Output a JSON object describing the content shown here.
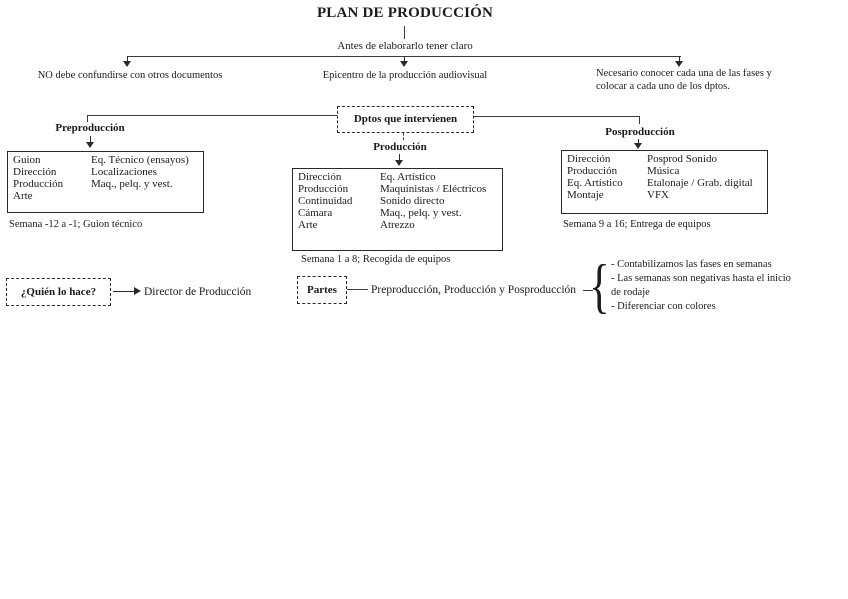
{
  "title": "PLAN DE PRODUCCIÓN",
  "subtitle": "Antes de elaborarlo tener claro",
  "branches": {
    "left": "NO debe confundirse con otros documentos",
    "center": "Epicentro de la producción audiovisual",
    "right": "Necesario conocer cada una de las fases y colocar a cada uno de los dptos."
  },
  "hub_label": "Dptos que intervienen",
  "phases": [
    {
      "name": "Preproducción",
      "rows": [
        [
          "Guion",
          "Eq. Técnico (ensayos)"
        ],
        [
          "Dirección",
          "Localizaciones"
        ],
        [
          "Producción",
          "Maq., pelq. y vest."
        ],
        [
          "Arte",
          ""
        ]
      ],
      "caption": "Semana -12 a -1; Guion técnico"
    },
    {
      "name": "Producción",
      "rows": [
        [
          "Dirección",
          "Eq. Artístico"
        ],
        [
          "Producción",
          "Maquinistas / Eléctricos"
        ],
        [
          "Continuidad",
          "Sonido directo"
        ],
        [
          "Cámara",
          "Maq., pelq. y vest."
        ],
        [
          "Arte",
          "Atrezzo"
        ]
      ],
      "caption": "Semana 1 a 8; Recogida de equipos"
    },
    {
      "name": "Posproducción",
      "rows": [
        [
          "Dirección",
          "Posprod Sonido"
        ],
        [
          "Producción",
          "Música"
        ],
        [
          "Eq. Artístico",
          "Etalonaje / Grab. digital"
        ],
        [
          "Montaje",
          "VFX"
        ]
      ],
      "caption": "Semana 9 a 16; Entrega de equipos"
    }
  ],
  "who": {
    "question": "¿Quién lo hace?",
    "answer": "Director de Producción"
  },
  "parts": {
    "label": "Partes",
    "answer": "Preproducción, Producción y Posproducción"
  },
  "notes": [
    "- Contabilizamos las fases en semanas",
    "- Las semanas son negativas hasta el inicio de rodaje",
    "- Diferenciar con colores"
  ]
}
